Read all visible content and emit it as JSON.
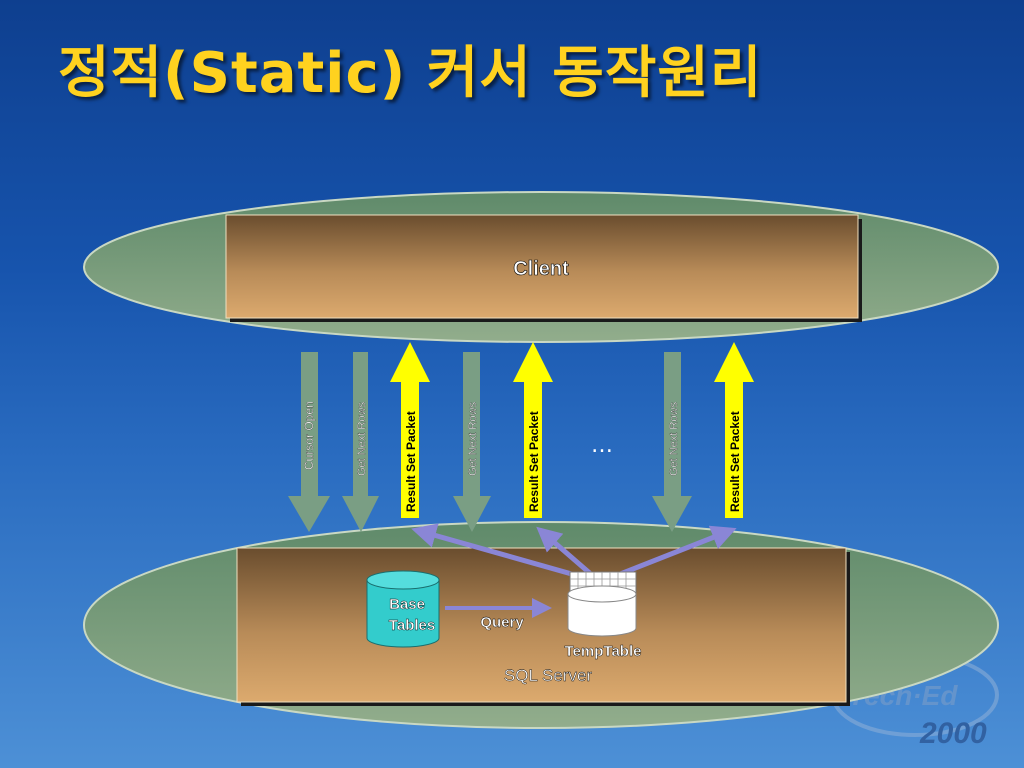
{
  "title": "정적(Static) 커서 동작원리",
  "client_label": "Client",
  "server_label": "SQL Server",
  "base_tables_line1": "Base",
  "base_tables_line2": "Tables",
  "query_label": "Query",
  "temp_table_label": "TempTable",
  "ellipsis": "…",
  "arrows": {
    "cursor_open": "Cursor Open",
    "get_next_rows_1": "Get Next Rows",
    "result_set_1": "Result Set Packet",
    "get_next_rows_2": "Get Next Rows",
    "result_set_2": "Result Set Packet",
    "get_next_rows_3": "Get Next Rows",
    "result_set_3": "Result Set Packet"
  },
  "logo": {
    "line1": "Tech·Ed",
    "line2": "2000"
  },
  "colors": {
    "title": "#ffd21f",
    "request_arrow": "#7a9e84",
    "response_arrow": "#ffff00",
    "temp_link": "#8a86d6",
    "ellipse": "#7e9f7e",
    "box_light": "#d6a46a",
    "box_dark": "#6f5232"
  }
}
